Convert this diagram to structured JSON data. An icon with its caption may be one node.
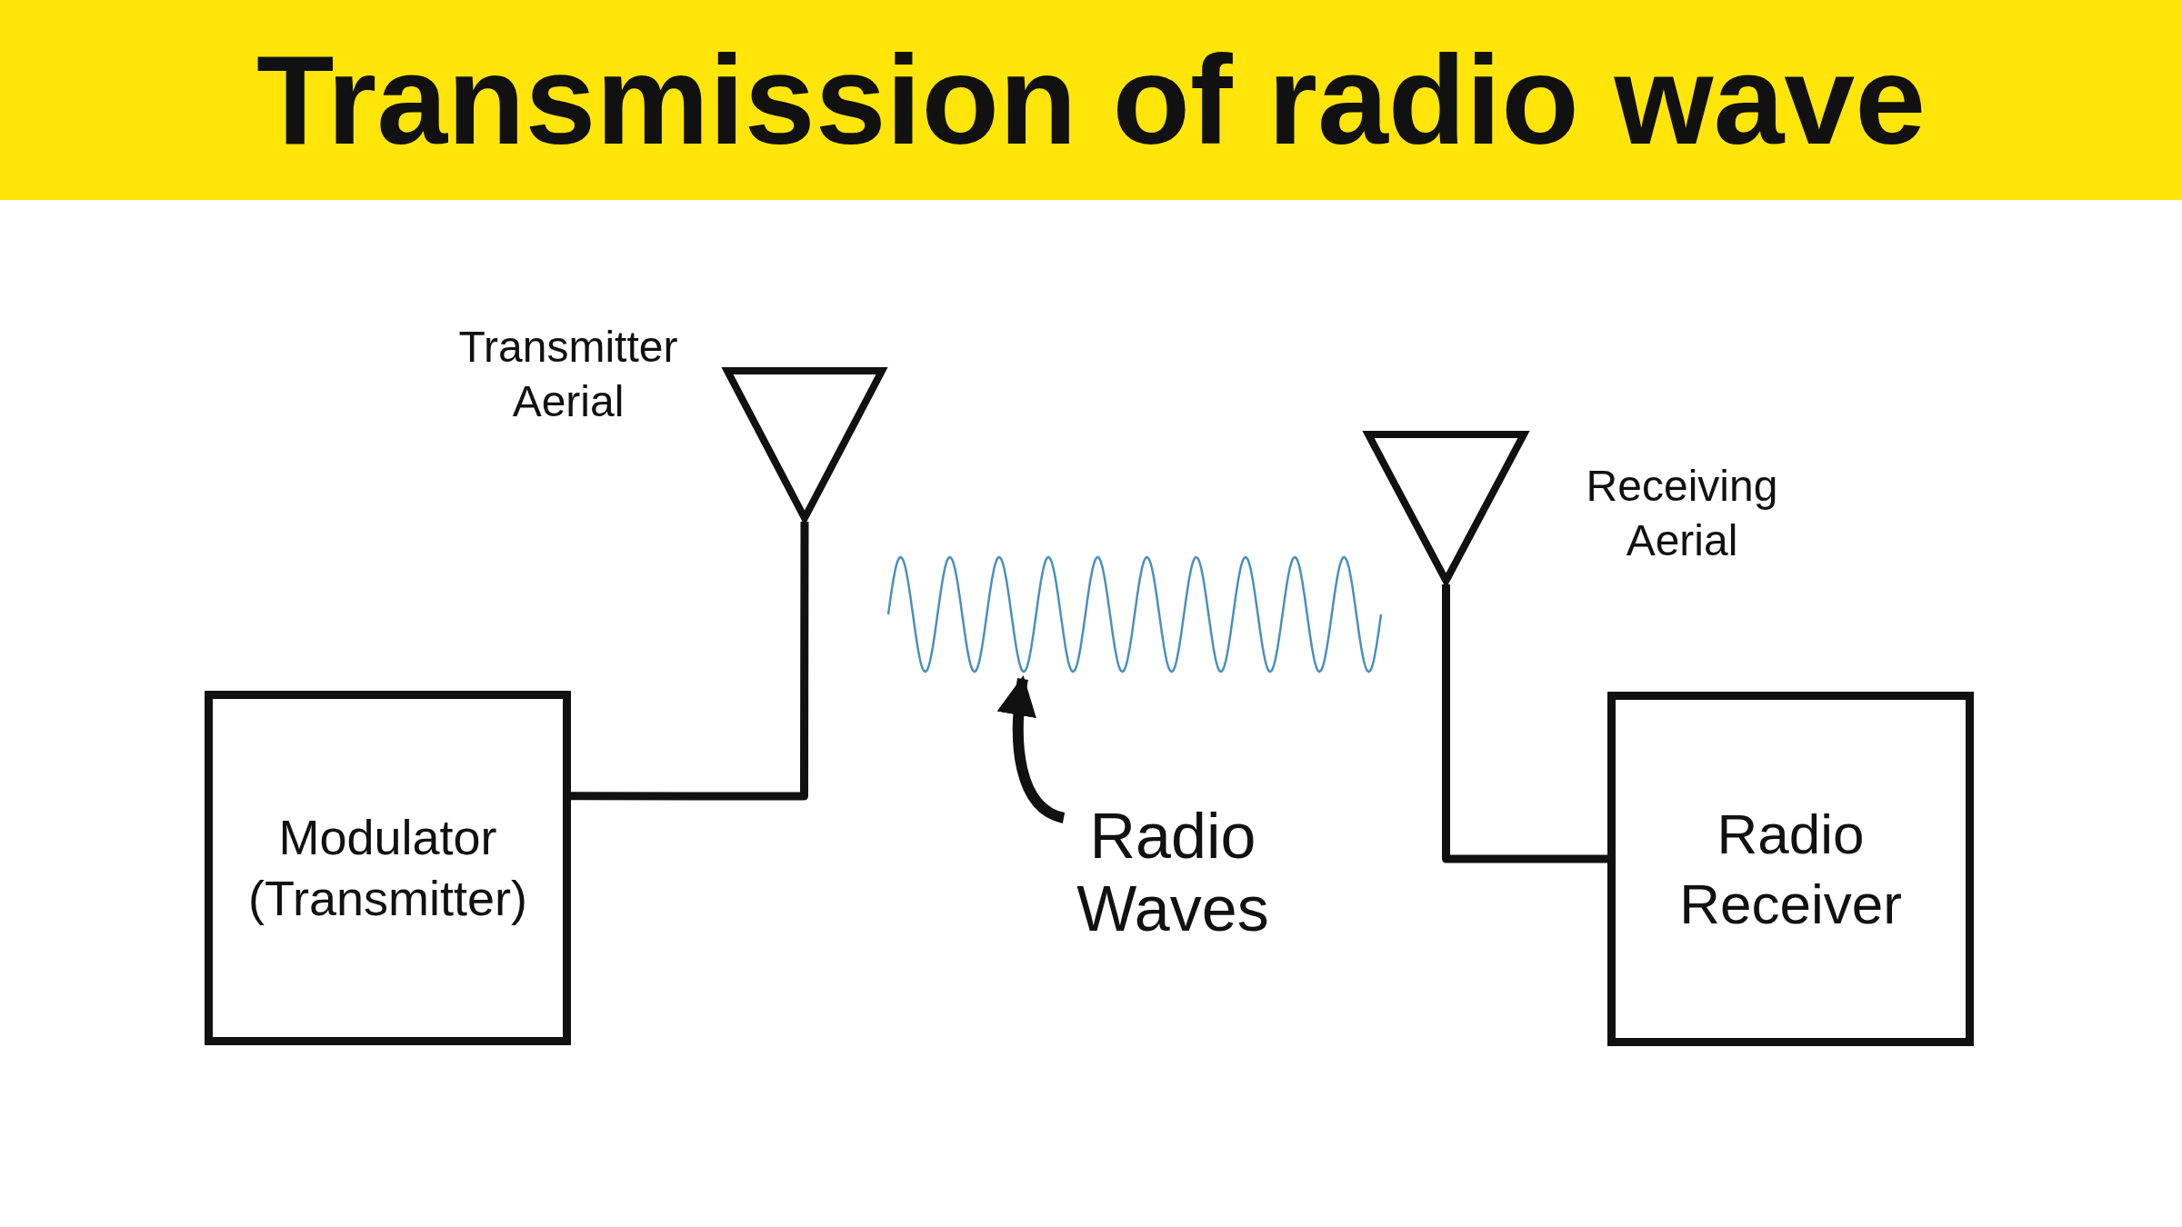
{
  "diagram": {
    "title": "Transmission of radio wave",
    "nodes": [
      {
        "text": [
          "Modulator (Transmitter)"
        ]
      },
      {
        "text": [],
        "shape": "triangle",
        "beside": [
          "Transmitter Aerial"
        ]
      },
      {
        "text": [],
        "shape": "wave"
      },
      {
        "text": [],
        "shape": "triangle",
        "beside": [
          "Receiving Aerial"
        ]
      },
      {
        "text": [
          "Radio Receiver"
        ]
      },
      {
        "text": [
          "Radio Waves"
        ]
      }
    ],
    "edges": [
      {
        "from": 0,
        "to": 1,
        "arrow": "none"
      },
      {
        "from": 3,
        "to": 4,
        "arrow": "none"
      },
      {
        "from": 5,
        "to": 2,
        "arrow": "to"
      }
    ]
  }
}
